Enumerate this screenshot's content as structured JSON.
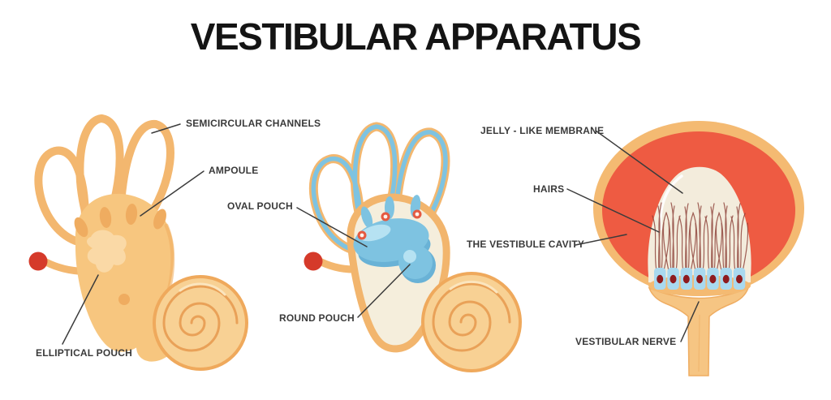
{
  "title": "VESTIBULAR APPARATUS",
  "labels": {
    "semicircular_channels": "SEMICIRCULAR CHANNELS",
    "ampoule": "AMPOULE",
    "elliptical_pouch": "ELLIPTICAL POUCH",
    "oval_pouch": "OVAL POUCH",
    "round_pouch": "ROUND POUCH",
    "jelly_like_membrane": "JELLY - LIKE MEMBRANE",
    "hairs": "HAIRS",
    "the_vestibule_cavity": "THE VESTIBULE CAVITY",
    "vestibular_nerve": "VESTIBULAR NERVE"
  },
  "colors": {
    "canal_orange": "#F3B76F",
    "body_orange": "#F7C67F",
    "body_highlight": "#FAD9A6",
    "stub_orange": "#EFAC60",
    "cochlea_fill": "#F8D194",
    "cochlea_outline": "#EFA95C",
    "cochlea_swirl": "#E9A158",
    "nerve_red_dot": "#D53A2A",
    "pouch_blue": "#7EC3E1",
    "pouch_blue_dark": "#69B2D6",
    "pouch_blue_light": "#B6E2F2",
    "vestibule_cream": "#F5EEDC",
    "junction_ring_red": "#E55A41",
    "cavity_red": "#EE5B42",
    "outer_ring_orange": "#F4BA72",
    "membrane_cream": "#F3ECDC",
    "hair_maroon": "#8A3B33",
    "hair_cell_blue": "#A9D9EF",
    "nucleus_maroon": "#8E1B1E",
    "label_text": "#3a3a3a",
    "title_text": "#141414"
  }
}
